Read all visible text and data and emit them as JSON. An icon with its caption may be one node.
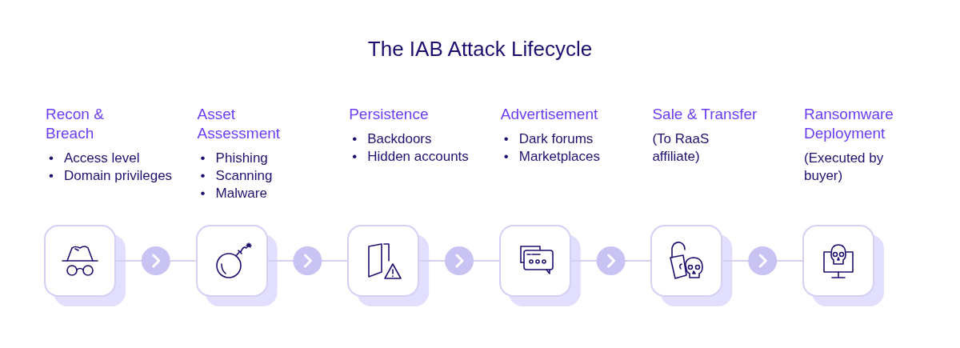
{
  "diagram": {
    "title": "The IAB Attack Lifecycle",
    "nodes": [
      {
        "text": [],
        "shape": "box"
      },
      {
        "text": [],
        "shape": "box"
      },
      {
        "text": [],
        "shape": "box"
      },
      {
        "text": [],
        "shape": "box"
      },
      {
        "text": [],
        "shape": "box"
      },
      {
        "text": [],
        "shape": "box"
      }
    ],
    "edges": [
      {
        "from": 0,
        "to": 1,
        "arrow": "to"
      },
      {
        "from": 1,
        "to": 2,
        "arrow": "to"
      },
      {
        "from": 2,
        "to": 3,
        "arrow": "to"
      },
      {
        "from": 3,
        "to": 4,
        "arrow": "to"
      },
      {
        "from": 4,
        "to": 5,
        "arrow": "to"
      }
    ],
    "labels": [
      "Recon & Breach",
      "•",
      "Access level",
      "•",
      "Domain privileges",
      "Asset Assessment",
      "•",
      "Phishing",
      "•",
      "Scanning",
      "•",
      "Malware",
      "Persistence",
      "•",
      "Backdoors",
      "•",
      "Hidden accounts",
      "Advertisement",
      "•",
      "Dark forums",
      "•",
      "Marketplaces",
      "Sale & Transfer",
      "(To RaaS affiliate)",
      "Ransomware Deployment",
      "(Executed by buyer)"
    ]
  }
}
